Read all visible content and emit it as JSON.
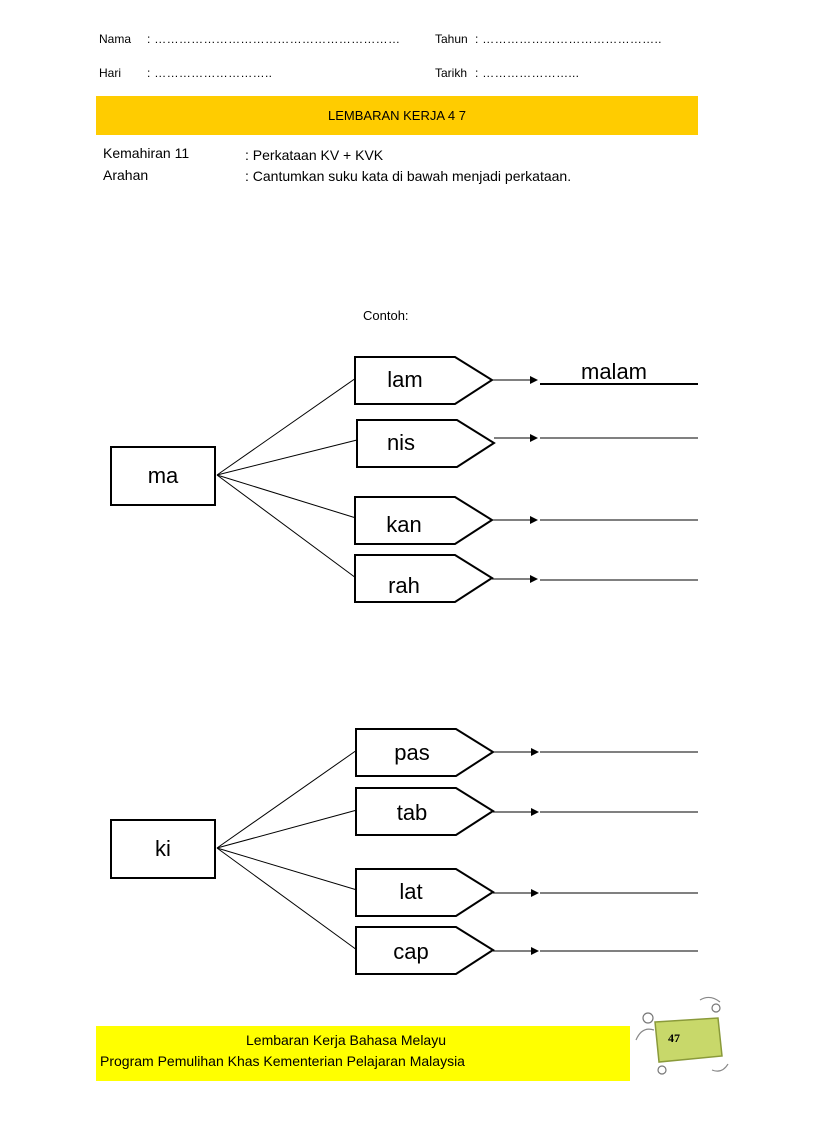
{
  "header": {
    "nama_label": "Nama",
    "nama_dots": ": ……………………………………………………",
    "tahun_label": "Tahun",
    "tahun_dots": ": ……………………………………..",
    "hari_label": "Hari",
    "hari_dots": ": ………………………..",
    "tarikh_label": "Tarikh",
    "tarikh_dots": ": …………………..."
  },
  "banner": {
    "title": "LEMBARAN KERJA 4 7"
  },
  "info": {
    "kemahiran_label": "Kemahiran 11",
    "kemahiran_value": ": Perkataan  KV + KVK",
    "arahan_label": "Arahan",
    "arahan_value": ": Cantumkan  suku kata di bawah menjadi perkataan."
  },
  "example_label": "Contoh:",
  "group1": {
    "root": "ma",
    "syllables": [
      "lam",
      "nis",
      "kan",
      "rah"
    ],
    "example_answer": "malam"
  },
  "group2": {
    "root": "ki",
    "syllables": [
      "pas",
      "tab",
      "lat",
      "cap"
    ]
  },
  "footer": {
    "line1": "Lembaran Kerja  Bahasa Melayu",
    "line2": "Program  Pemulihan  Khas Kementerian  Pelajaran  Malaysia"
  },
  "page_badge": "47",
  "colors": {
    "banner": "#FFCC00",
    "footer": "#FFFF00",
    "badge": "#C8D86A"
  }
}
